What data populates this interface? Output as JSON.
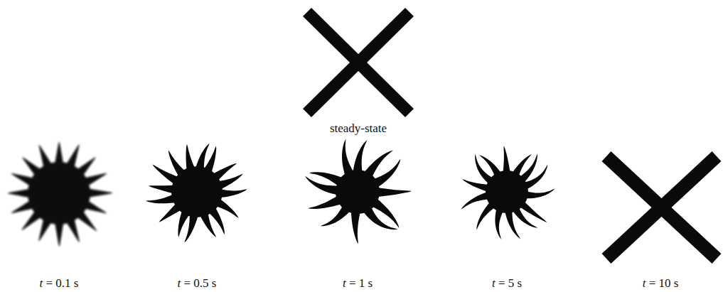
{
  "diagram": {
    "labels": [
      "steady-state",
      "t = 0.1 s",
      "t = 0.5 s",
      "t = 1 s",
      "t = 5 s",
      "t = 10 s"
    ]
  }
}
